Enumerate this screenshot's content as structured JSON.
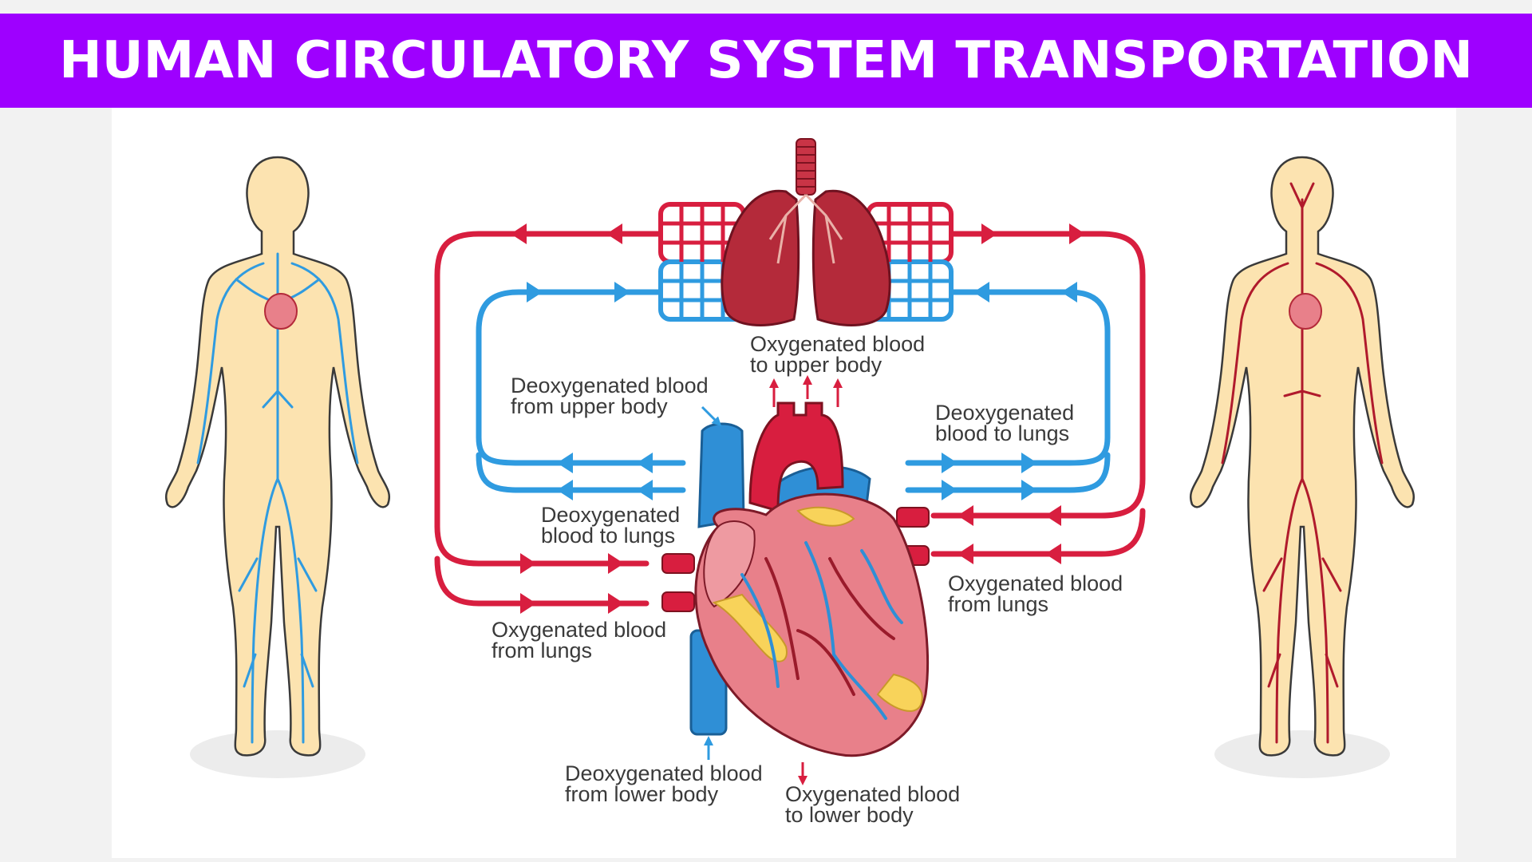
{
  "title": "HUMAN CIRCULATORY SYSTEM TRANSPORTATION",
  "colors": {
    "banner": "#9e00ff",
    "oxygenated": "#d81e3f",
    "deoxygenated": "#2f9be0",
    "skin": "#fce3b0",
    "heart": "#e8808a",
    "lung": "#b42a3a"
  },
  "labels": {
    "oxy_upper_body": [
      "Oxygenated blood",
      "to upper body"
    ],
    "deoxy_from_upper_body": [
      "Deoxygenated blood",
      "from upper body"
    ],
    "deoxy_to_lungs_right": [
      "Deoxygenated",
      "blood to lungs"
    ],
    "deoxy_to_lungs_left": [
      "Deoxygenated",
      "blood to lungs"
    ],
    "oxy_from_lungs_right": [
      "Oxygenated blood",
      "from lungs"
    ],
    "oxy_from_lungs_left": [
      "Oxygenated blood",
      "from lungs"
    ],
    "deoxy_from_lower_body": [
      "Deoxygenated blood",
      "from lower body"
    ],
    "oxy_to_lower_body": [
      "Oxygenated blood",
      "to lower body"
    ]
  }
}
